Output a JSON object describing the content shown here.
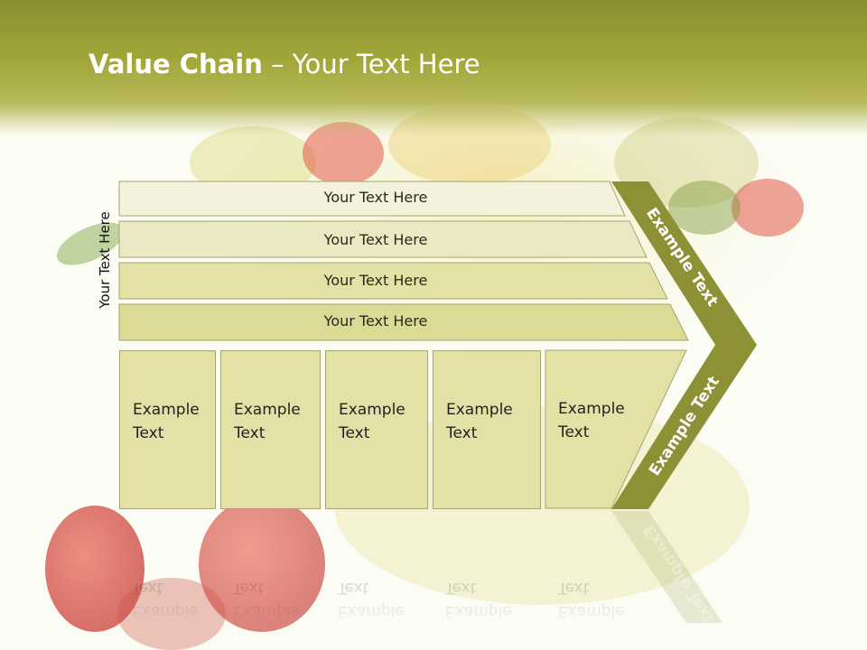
{
  "header": {
    "title_bold": "Value Chain",
    "title_rest": " – Your Text Here"
  },
  "side_label": "Your Text Here",
  "bars": [
    {
      "label": "Your Text Here"
    },
    {
      "label": "Your Text Here"
    },
    {
      "label": "Your Text Here"
    },
    {
      "label": "Your Text Here"
    }
  ],
  "columns": [
    {
      "text": "Example\nText"
    },
    {
      "text": "Example\nText"
    },
    {
      "text": "Example\nText"
    },
    {
      "text": "Example\nText"
    },
    {
      "text": "Example\nText"
    }
  ],
  "arrow": {
    "upper_text": "Example Text",
    "lower_text": "Example Text"
  },
  "colors": {
    "header": "#a3a739",
    "arrow": "#8d9034",
    "bar_fill": "#e3e1a6",
    "bar_top": "#f3f2dc"
  }
}
